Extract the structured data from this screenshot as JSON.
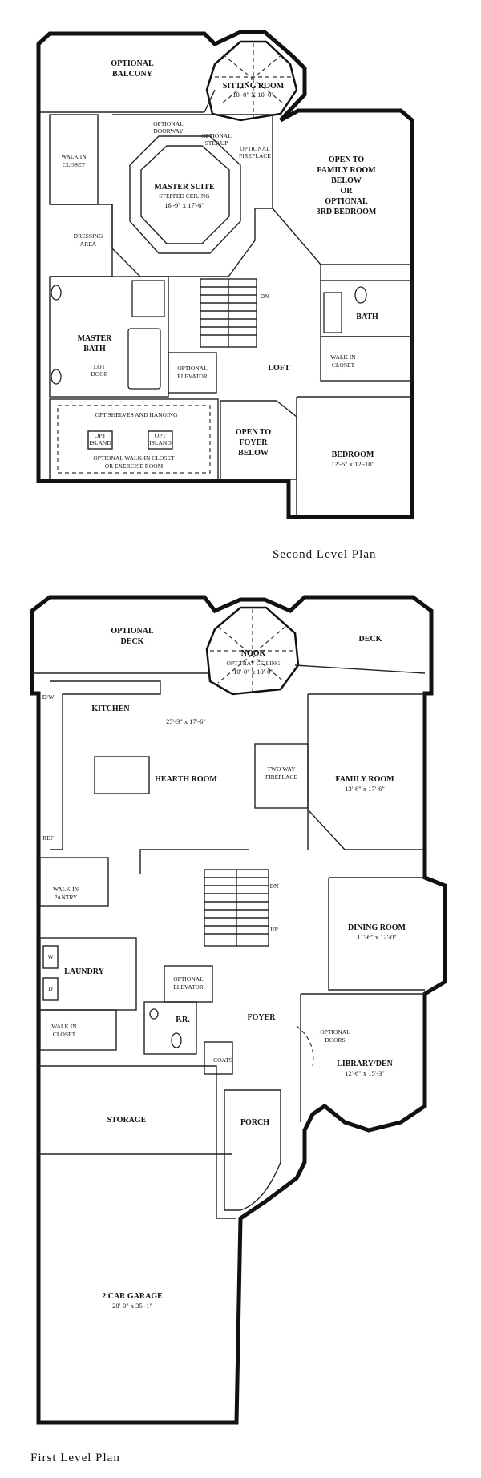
{
  "second_level": {
    "title": "Second Level Plan",
    "rooms": {
      "optional_balcony": [
        "OPTIONAL",
        "BALCONY"
      ],
      "sitting_room": {
        "name": "SITTING ROOM",
        "dim": "10'-0\" X 10'-0\""
      },
      "master_suite": {
        "name": "MASTER SUITE",
        "note": "STEPPED CEILING",
        "dim": "16'-9\" x 17'-6\""
      },
      "open_family": [
        "OPEN TO",
        "FAMILY ROOM",
        "BELOW",
        "OR",
        "OPTIONAL",
        "3RD BEDROOM"
      ],
      "walk_in_closet": [
        "WALK IN",
        "CLOSET"
      ],
      "dressing_area": [
        "DRESSING",
        "AREA"
      ],
      "master_bath": [
        "MASTER",
        "BATH"
      ],
      "lot_door": [
        "LOT",
        "DOOR"
      ],
      "bath": "BATH",
      "walk_in_closet_2": [
        "WALK IN",
        "CLOSET"
      ],
      "loft": "LOFT",
      "dn": "DN",
      "optional_elevator": [
        "OPTIONAL",
        "ELEVATOR"
      ],
      "open_foyer": [
        "OPEN TO",
        "FOYER",
        "BELOW"
      ],
      "bedroom": {
        "name": "BEDROOM",
        "dim": "12'-6\" x 12'-10\""
      },
      "opt_shelves": "OPT SHELVES AND HANGING",
      "opt_island_1": [
        "OPT",
        "ISLAND"
      ],
      "opt_island_2": [
        "OPT",
        "ISLAND"
      ],
      "optional_wic": [
        "OPTIONAL WALK-IN CLOSET",
        "OR EXERCISE ROOM"
      ],
      "optional_doorway": [
        "OPTIONAL",
        "DOORWAY"
      ],
      "optional_step_up": [
        "OPTIONAL",
        "STEP UP"
      ],
      "optional_fireplace": [
        "OPTIONAL",
        "FIREPLACE"
      ]
    }
  },
  "first_level": {
    "title": "First Level Plan",
    "rooms": {
      "optional_deck": [
        "OPTIONAL",
        "DECK"
      ],
      "deck": "DECK",
      "nook": {
        "name": "NOOK",
        "note": "OPT TRAY CEILING",
        "dim": "10'-0\" x 10'-0\""
      },
      "kitchen": "KITCHEN",
      "hearth_dim": "25'-3\" x 17'-6\"",
      "hearth_room": "HEARTH ROOM",
      "two_way_fireplace": [
        "TWO WAY",
        "FIREPLACE"
      ],
      "family_room": {
        "name": "FAMILY ROOM",
        "dim": "13'-6\" x 17'-6\""
      },
      "ref": "REF",
      "dw": "D/W",
      "walk_in_pantry": [
        "WALK-IN",
        "PANTRY"
      ],
      "dn": "DN",
      "up": "UP",
      "dining_room": {
        "name": "DINING ROOM",
        "dim": "11'-6\" x 12'-0\""
      },
      "laundry": "LAUNDRY",
      "w": "W",
      "d": "D",
      "optional_elevator": [
        "OPTIONAL",
        "ELEVATOR"
      ],
      "pr": "P.R.",
      "foyer": "FOYER",
      "walk_in_closet": [
        "WALK IN",
        "CLOSET"
      ],
      "optional_doors": [
        "OPTIONAL",
        "DOORS"
      ],
      "library": {
        "name": "LIBRARY/DEN",
        "dim": "12'-6\" x 15'-3\""
      },
      "coats": "COATS",
      "storage": "STORAGE",
      "porch": "PORCH",
      "garage": {
        "name": "2 CAR GARAGE",
        "dim": "20'-0\" x 35'-1\""
      }
    }
  }
}
